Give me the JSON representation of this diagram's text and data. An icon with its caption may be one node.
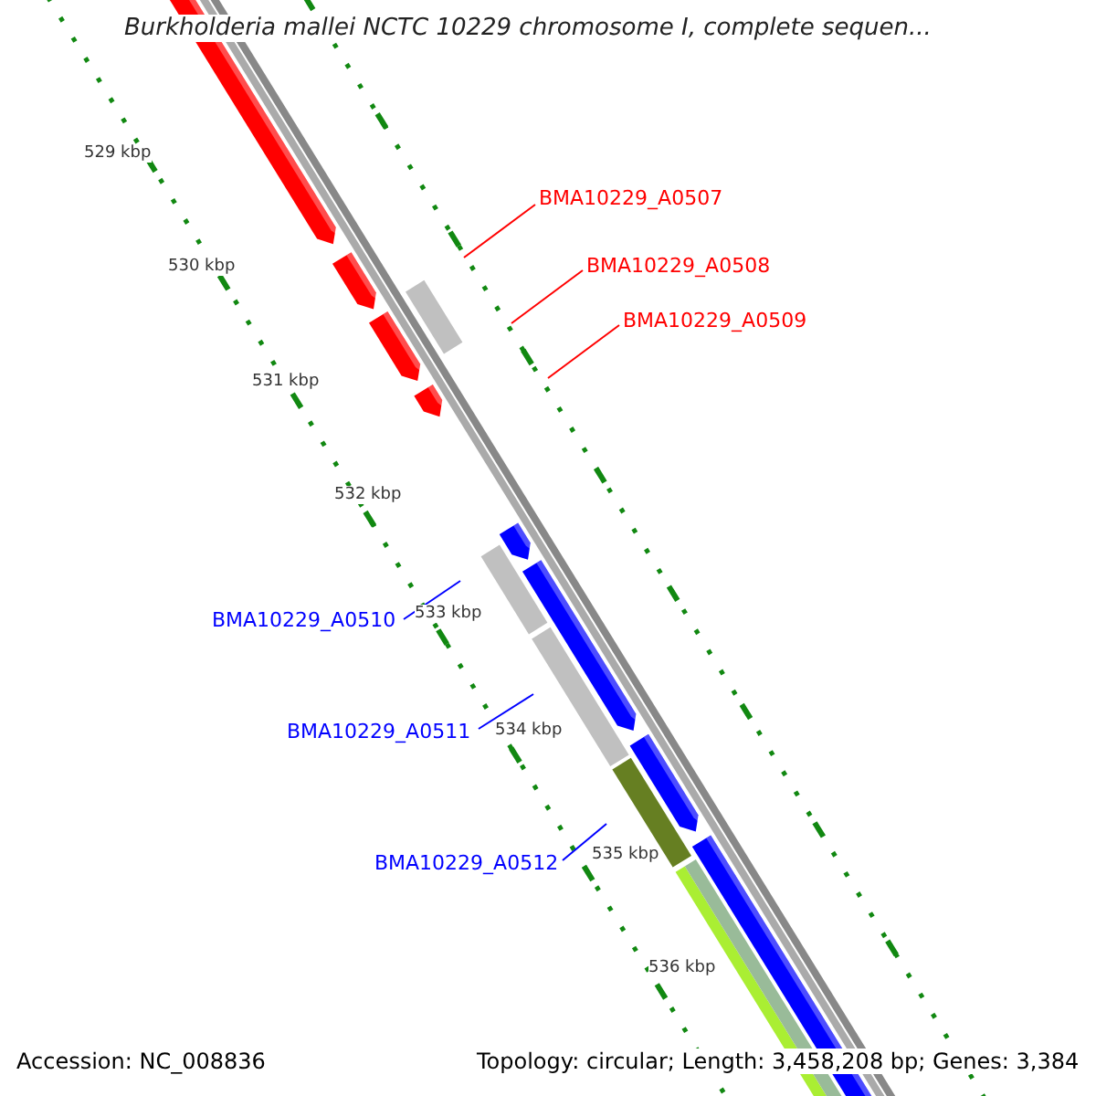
{
  "diagram": {
    "title": "Burkholderia mallei NCTC 10229 chromosome I, complete sequen...",
    "nodes": [
      {
        "text": [
          "BMA10229_A0507"
        ]
      },
      {
        "text": [
          "BMA10229_A0508"
        ]
      },
      {
        "text": [
          "BMA10229_A0509"
        ]
      },
      {
        "text": [
          "BMA10229_A0510"
        ]
      },
      {
        "text": [
          "BMA10229_A0511"
        ]
      },
      {
        "text": [
          "BMA10229_A0512"
        ]
      }
    ],
    "edges": [
      {
        "from": 0,
        "to": null,
        "arrow": "none",
        "color": "#ff0000"
      },
      {
        "from": 1,
        "to": null,
        "arrow": "none",
        "color": "#ff0000"
      },
      {
        "from": 2,
        "to": null,
        "arrow": "none",
        "color": "#ff0000"
      },
      {
        "from": 3,
        "to": null,
        "arrow": "none",
        "color": "#0000ff"
      },
      {
        "from": 4,
        "to": null,
        "arrow": "none",
        "color": "#0000ff"
      },
      {
        "from": 5,
        "to": null,
        "arrow": "none",
        "color": "#0000ff"
      }
    ],
    "labels": [
      "529 kbp",
      "530 kbp",
      "531 kbp",
      "532 kbp",
      "533 kbp",
      "534 kbp",
      "535 kbp",
      "536 kbp",
      "Accession: NC_008836",
      "Topology: circular; Length: 3,458,208 bp; Genes: 3,384"
    ]
  }
}
